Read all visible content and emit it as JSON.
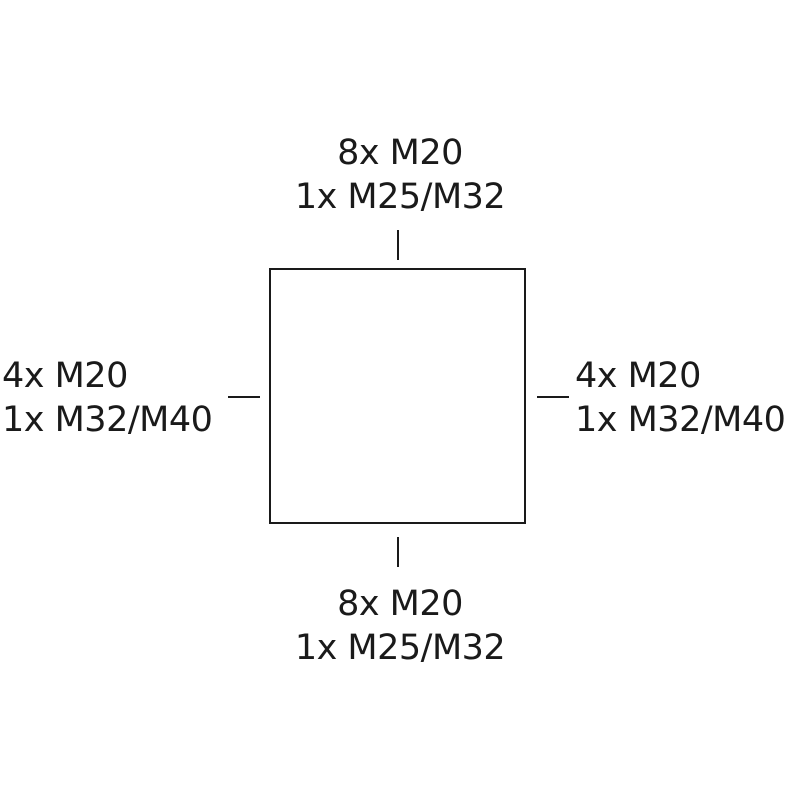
{
  "diagram": {
    "top": {
      "line1": "8x M20",
      "line2": "1x M25/M32"
    },
    "bottom": {
      "line1": "8x M20",
      "line2": "1x M25/M32"
    },
    "left": {
      "line1": "4x M20",
      "line2": "1x M32/M40"
    },
    "right": {
      "line1": "4x M20",
      "line2": "1x M32/M40"
    }
  }
}
